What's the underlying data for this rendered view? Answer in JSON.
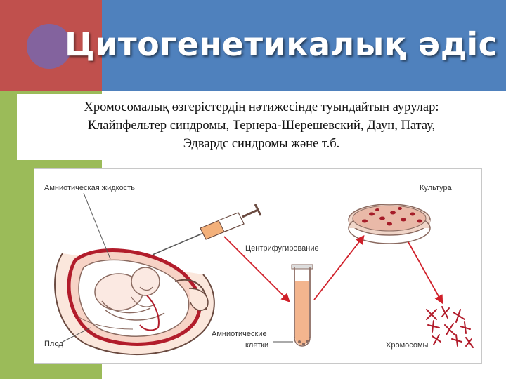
{
  "slide": {
    "title": "Цитогенетикалық әдіс",
    "body_lines": [
      "Хромосомалық өзгерістердің нәтижесінде туындайтын аурулар:",
      "Клайнфельтер синдромы, Тернера-Шерешевский, Даун, Патау,",
      "Эдвардс синдромы және т.б."
    ]
  },
  "figure": {
    "labels": {
      "amniotic_fluid": "Амниотическая жидкость",
      "culture": "Культура",
      "centrifugation": "Центрифугирование",
      "amniotic_cells_line1": "Амниотические",
      "amniotic_cells_line2": "клетки",
      "fetus": "Плод",
      "chromosomes": "Хромосомы"
    }
  },
  "colors": {
    "red_block": "#c0504d",
    "blue_block": "#4f81bd",
    "green_block": "#9bbb59",
    "purple_circle": "#8064a2",
    "arrow_red": "#d0202a"
  }
}
